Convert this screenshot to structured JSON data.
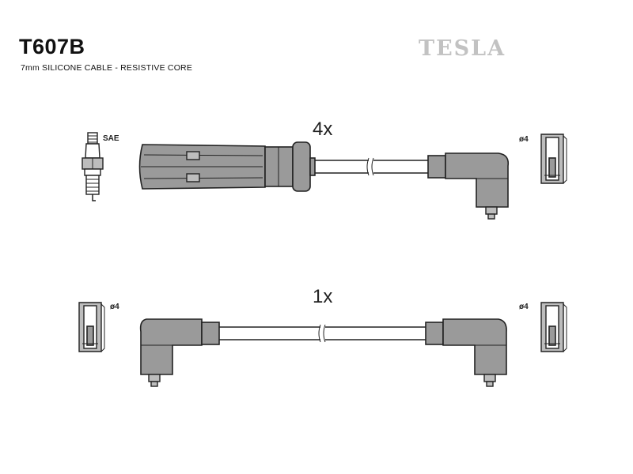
{
  "header": {
    "part_number": "T607B",
    "description": "7mm SILICONE CABLE - RESISTIVE CORE",
    "brand": "TESLA"
  },
  "lead_top": {
    "quantity": "4x",
    "plug_label": "SAE",
    "terminal_label": "ø4"
  },
  "lead_bottom": {
    "quantity": "1x",
    "terminal_left_label": "ø4",
    "terminal_right_label": "ø4"
  }
}
